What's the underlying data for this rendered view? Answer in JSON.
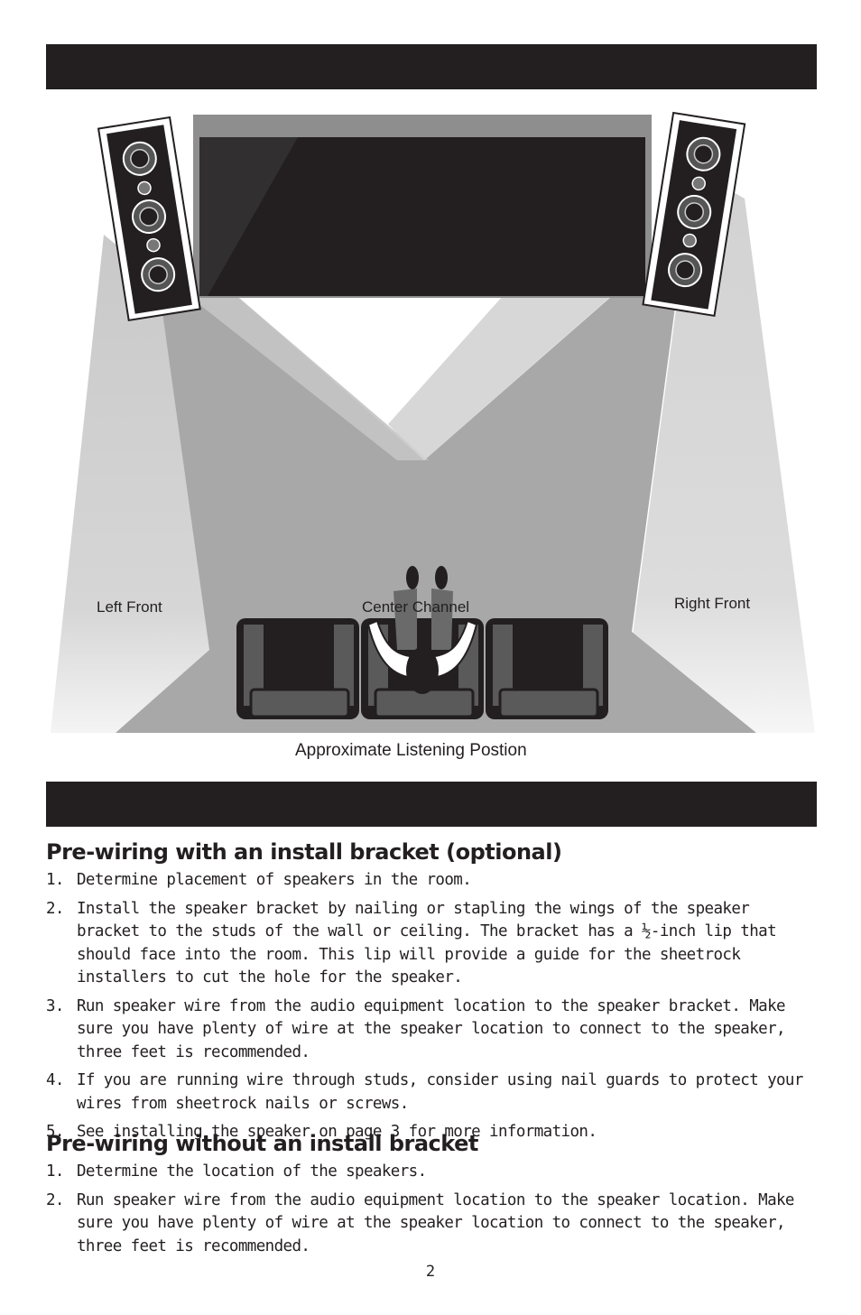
{
  "diagram": {
    "label_left": "Left Front",
    "label_center": "Center Channel",
    "label_right": "Right Front",
    "label_listening": "Approximate Listening Postion"
  },
  "section1": {
    "title": "Pre-wiring with an install bracket (optional)",
    "items": [
      {
        "num": "1.",
        "text": "Determine placement of speakers in the room."
      },
      {
        "num": "2.",
        "text": "Install the speaker bracket by nailing or stapling the wings of the speaker bracket to the studs of the wall or ceiling. The bracket has a ½-inch lip that should face into the room. This lip will provide a guide for the sheetrock installers to cut the hole for the speaker."
      },
      {
        "num": "3.",
        "text": "Run speaker wire from the audio equipment location to the speaker bracket. Make sure you have plenty of wire at the speaker location to connect to the speaker, three feet is recommended."
      },
      {
        "num": "4.",
        "text": "If you are running wire through studs, consider using nail guards to protect your wires from sheetrock nails or screws."
      },
      {
        "num": "5.",
        "text": "See installing the speaker on page 3 for more information."
      }
    ]
  },
  "section2": {
    "title": "Pre-wiring without an install bracket",
    "items": [
      {
        "num": "1.",
        "text": "Determine the location of the speakers."
      },
      {
        "num": "2.",
        "text": "Run speaker wire from the audio equipment location to the speaker location. Make sure you have plenty of wire at the speaker location to connect to the speaker, three feet is recommended."
      }
    ]
  },
  "page_number": "2"
}
